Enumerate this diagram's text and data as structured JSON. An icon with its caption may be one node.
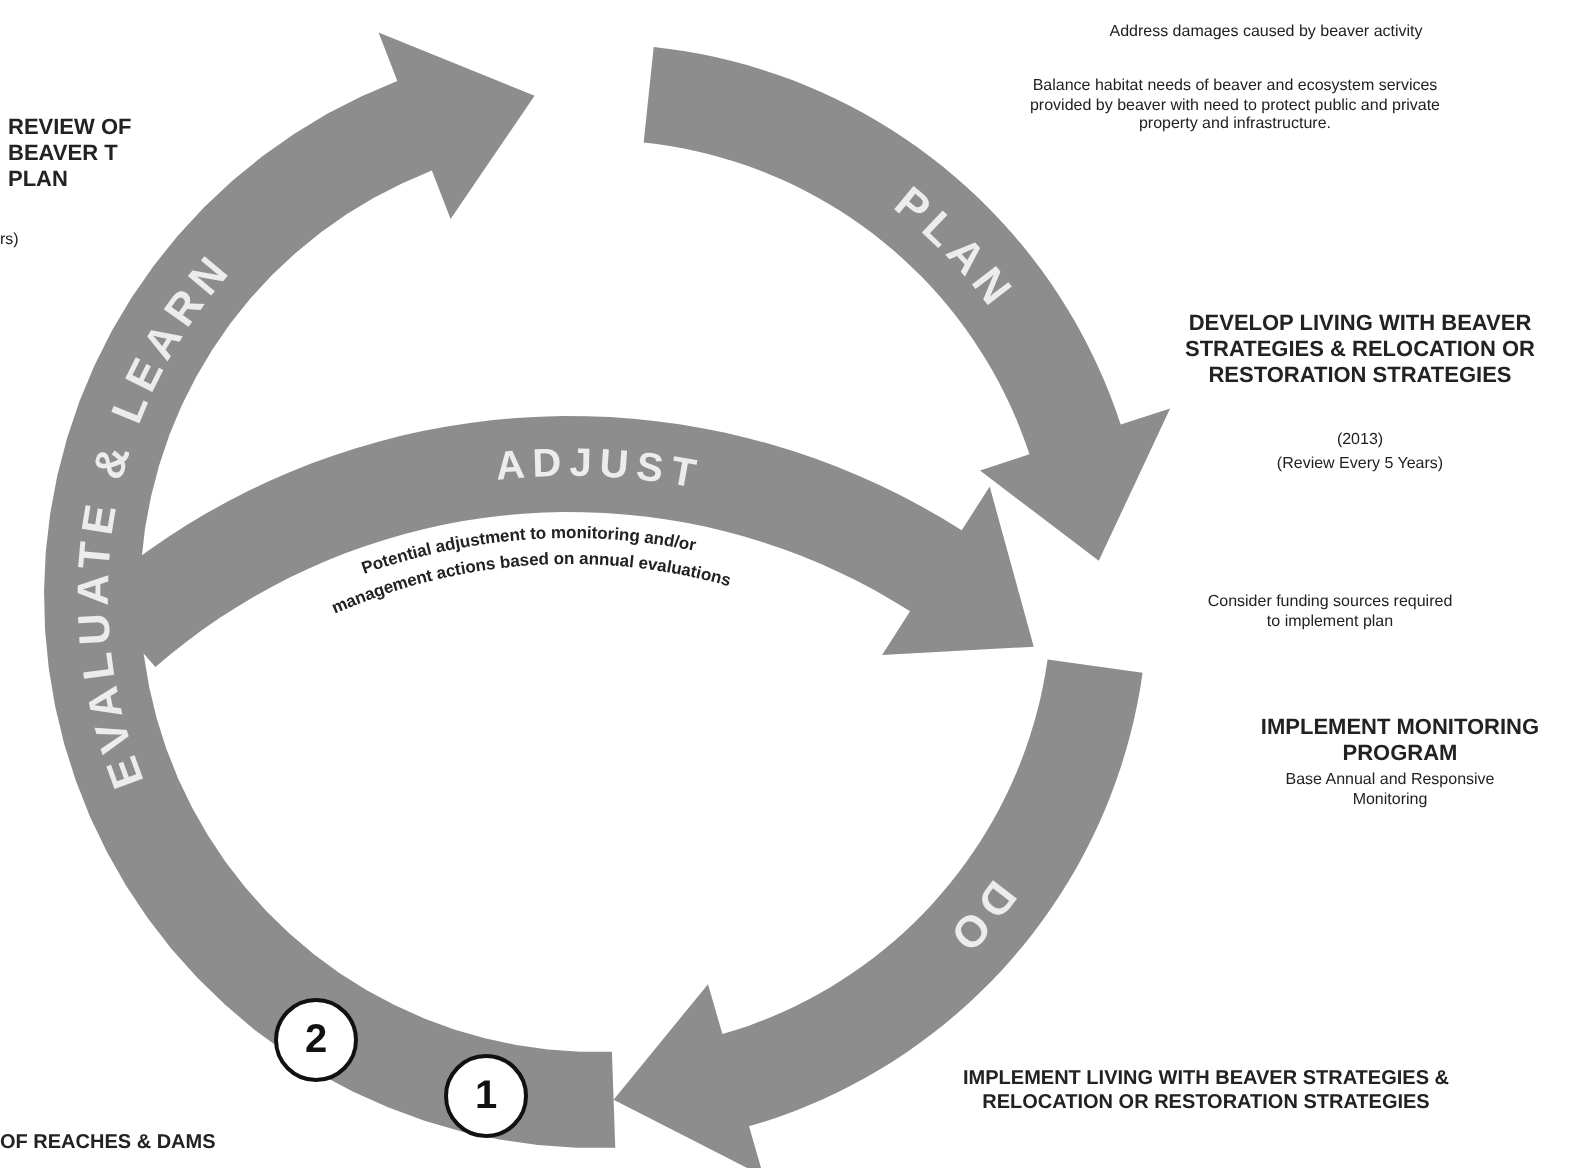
{
  "diagram": {
    "nodes": [
      {
        "text": [
          "2"
        ]
      },
      {
        "text": [
          "1"
        ]
      }
    ],
    "labels": [
      "REVIEW OF BEAVER T PLAN",
      "rs)",
      "Address damages caused by beaver activity",
      "Balance habitat needs of beaver and ecosystem services provided by beaver with need to protect public and private property and infrastructure.",
      "PLAN",
      "EVALUATE & LEARN",
      "ADJUST",
      "Potential adjustment to monitoring and/or",
      "management actions based on annual evaluations",
      "DEVELOP LIVING WITH BEAVER STRATEGIES & RELOCATION OR RESTORATION STRATEGIES",
      "(2013)",
      "(Review Every 5 Years)",
      "Consider funding sources required to implement plan",
      "IMPLEMENT MONITORING PROGRAM",
      "Base Annual and Responsive Monitoring",
      "DO",
      "OF REACHES & DAMS",
      "IMPLEMENT LIVING WITH BEAVER STRATEGIES & RELOCATION OR RESTORATION STRATEGIES"
    ]
  }
}
